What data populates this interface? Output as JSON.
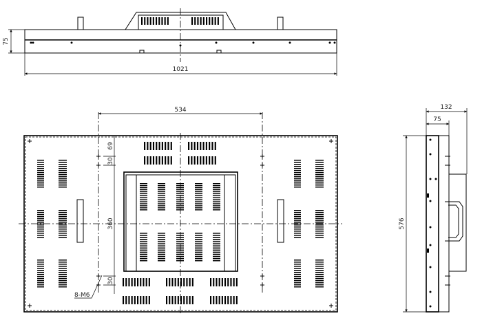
{
  "top_view": {
    "width_dim": "1021",
    "depth_dim": "75"
  },
  "front_view": {
    "vesa_width_dim": "534",
    "vesa_height_dim": "360",
    "top_offset_dim": "69",
    "upper_gap_dim": "30",
    "lower_gap_dim": "30",
    "screw_label": "8-M6"
  },
  "side_view": {
    "total_depth_dim": "132",
    "body_depth_dim": "75",
    "height_dim": "576"
  }
}
